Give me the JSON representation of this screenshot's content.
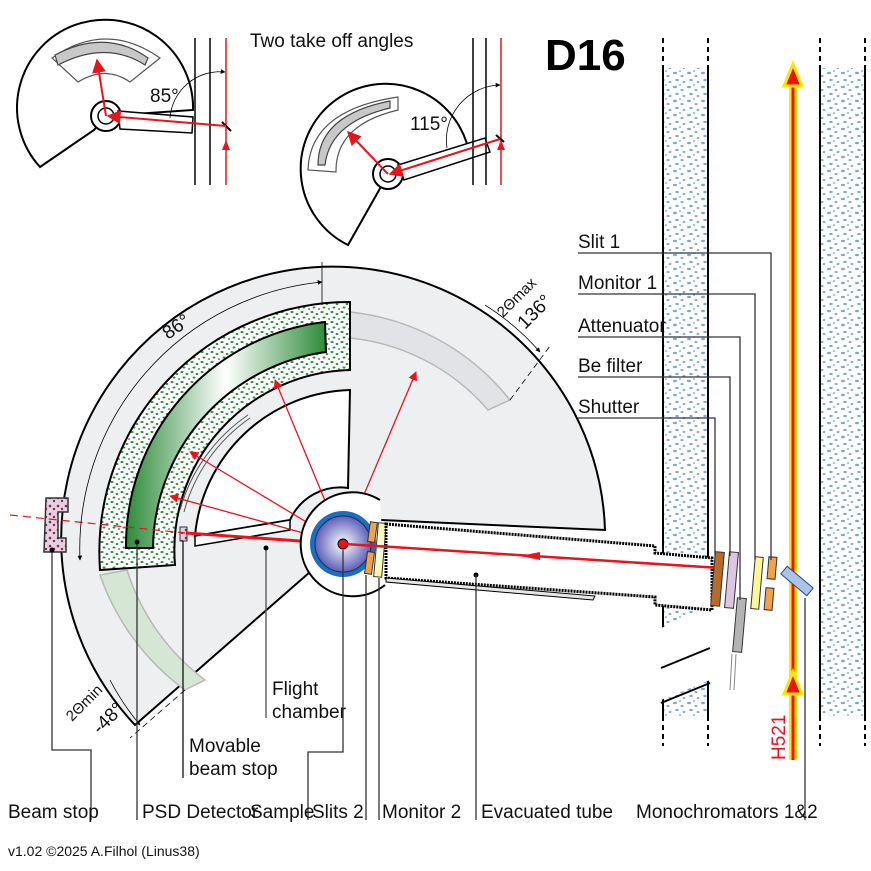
{
  "title": "D16",
  "subtitle": "Two take off angles",
  "footer": "v1.02  ©2025 A.Filhol (Linus38)",
  "takeoff_angles": [
    "85°",
    "115°"
  ],
  "angles": {
    "detector_span": "86°",
    "two_theta_max_label": "2Θmax",
    "two_theta_max_value": "136°",
    "two_theta_min_label": "2Θmin",
    "two_theta_min_value": "-48°"
  },
  "beam_labels": {
    "guide": "H521"
  },
  "right_labels": [
    "Slit 1",
    "Monitor 1",
    "Attenuator",
    "Be filter",
    "Shutter"
  ],
  "mid_labels": {
    "flight_chamber_1": "Flight",
    "flight_chamber_2": "chamber",
    "movable_1": "Movable",
    "movable_2": "beam stop"
  },
  "bottom_labels": [
    "Beam stop",
    "PSD Detector",
    "Sample",
    "Slits 2",
    "Monitor 2",
    "Evacuated tube",
    "Monochromators 1&2"
  ],
  "colors": {
    "beam": "#e8141c",
    "beam_glow": "#ffe600",
    "detector_green": "#2e8b3a",
    "wall_blue": "#7aa6dc",
    "chamber_gray": "#eeeff1"
  }
}
